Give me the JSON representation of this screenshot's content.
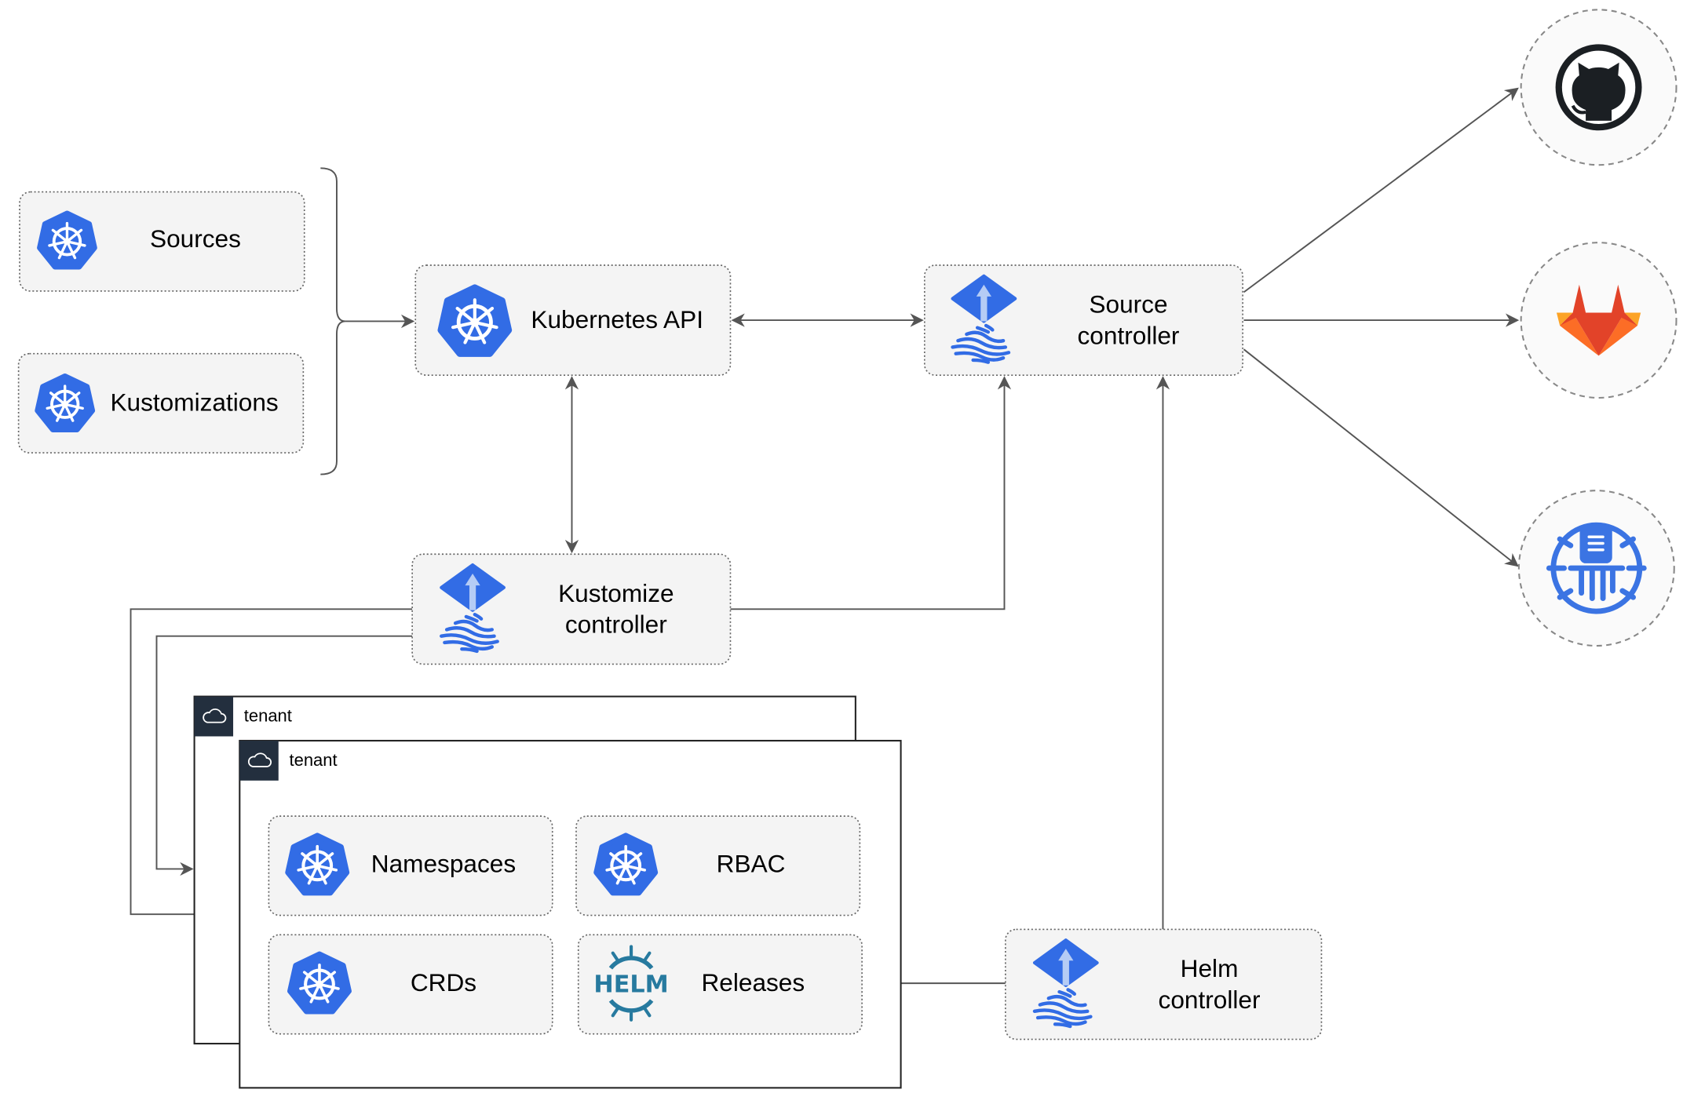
{
  "colors": {
    "kubernetes_blue": "#326ce5",
    "flux_blue": "#326ce5",
    "helm_blue": "#277a9f",
    "edge": "#555555",
    "box_fill": "#f4f4f4"
  },
  "nodes": {
    "sources": {
      "label": "Sources",
      "icon": "kubernetes-icon"
    },
    "kustomizations": {
      "label": "Kustomizations",
      "icon": "kubernetes-icon"
    },
    "kubernetes_api": {
      "label": "Kubernetes API",
      "icon": "kubernetes-icon"
    },
    "source_controller": {
      "line1": "Source",
      "line2": "controller",
      "icon": "flux-icon"
    },
    "kustomize_controller": {
      "line1": "Kustomize",
      "line2": "controller",
      "icon": "flux-icon"
    },
    "helm_controller": {
      "line1": "Helm",
      "line2": "controller",
      "icon": "flux-icon"
    },
    "namespaces": {
      "label": "Namespaces",
      "icon": "kubernetes-icon"
    },
    "rbac": {
      "label": "RBAC",
      "icon": "kubernetes-icon"
    },
    "crds": {
      "label": "CRDs",
      "icon": "kubernetes-icon"
    },
    "releases": {
      "label": "Releases",
      "icon": "helm-icon",
      "logo_text": "HELM"
    }
  },
  "tenants": [
    {
      "label": "tenant",
      "icon": "cloud-icon"
    },
    {
      "label": "tenant",
      "icon": "cloud-icon"
    }
  ],
  "external_sources": [
    {
      "icon": "github-icon"
    },
    {
      "icon": "gitlab-icon"
    },
    {
      "icon": "bucket-icon"
    }
  ]
}
